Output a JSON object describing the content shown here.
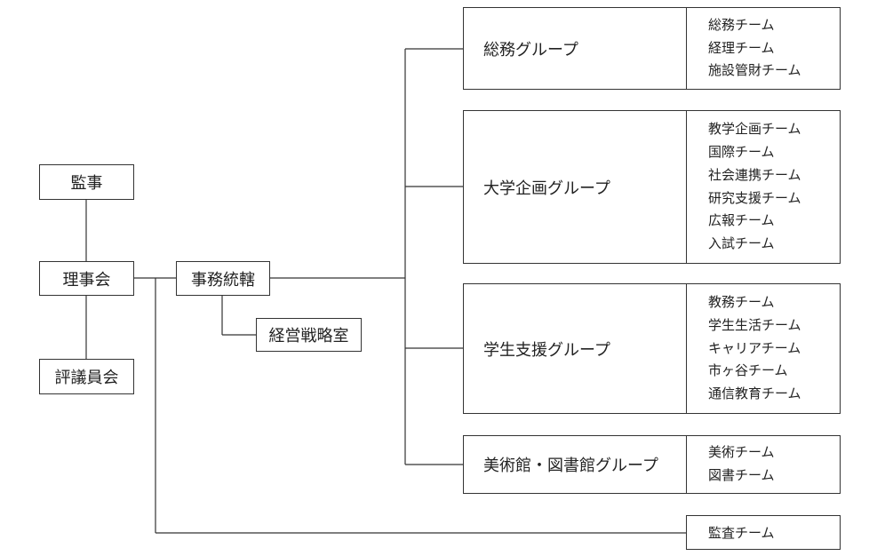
{
  "left": {
    "auditor": "監事",
    "board": "理事会",
    "council": "評議員会"
  },
  "admin": {
    "head": "事務統轄",
    "strategy": "経営戦略室"
  },
  "groups": [
    {
      "name": "総務グループ",
      "teams": [
        "総務チーム",
        "経理チーム",
        "施設管財チーム"
      ]
    },
    {
      "name": "大学企画グループ",
      "teams": [
        "教学企画チーム",
        "国際チーム",
        "社会連携チーム",
        "研究支援チーム",
        "広報チーム",
        "入試チーム"
      ]
    },
    {
      "name": "学生支援グループ",
      "teams": [
        "教務チーム",
        "学生生活チーム",
        "キャリアチーム",
        "市ヶ谷チーム",
        "通信教育チーム"
      ]
    },
    {
      "name": "美術館・図書館グループ",
      "teams": [
        "美術チーム",
        "図書チーム"
      ]
    }
  ],
  "audit_team": "監査チーム",
  "colors": {
    "line": "#333333",
    "text": "#222222",
    "background": "#ffffff"
  }
}
